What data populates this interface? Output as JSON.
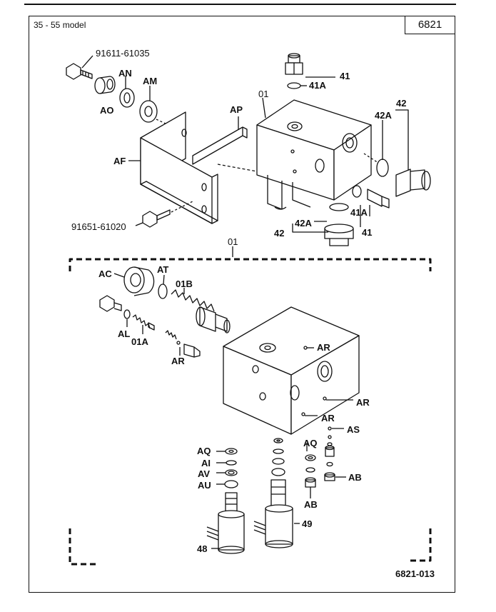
{
  "header": {
    "model": "35 - 55 model",
    "page": "6821"
  },
  "figure_code": "6821-013",
  "labels": {
    "p91611": "91611-61035",
    "AN": "AN",
    "AO": "AO",
    "AM": "AM",
    "AP": "AP",
    "AF": "AF",
    "p91651": "91651-61020",
    "c01_top": "01",
    "c41": "41",
    "c41A": "41A",
    "c42": "42",
    "c42A": "42A",
    "c41A_b": "41A",
    "c41_b": "41",
    "c42A_b": "42A",
    "c42_b": "42",
    "c01_mid": "01",
    "AC": "AC",
    "AT": "AT",
    "c01B": "01B",
    "AL": "AL",
    "c01A": "01A",
    "AR1": "AR",
    "AR2": "AR",
    "AR3": "AR",
    "AR4": "AR",
    "AS": "AS",
    "AQ1": "AQ",
    "AI": "AI",
    "AV": "AV",
    "AU": "AU",
    "AQ2": "AQ",
    "AB1": "AB",
    "AB2": "AB",
    "c48": "48",
    "c49": "49"
  }
}
